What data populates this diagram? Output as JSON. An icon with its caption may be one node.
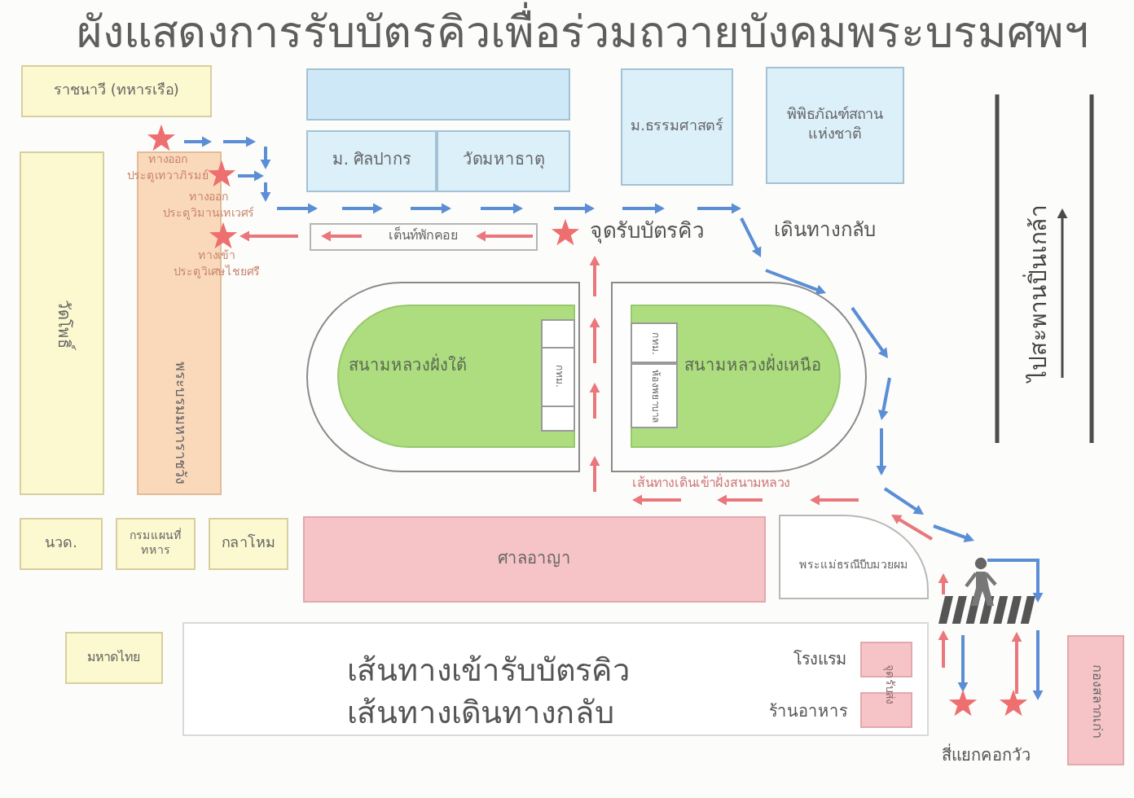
{
  "diagram": {
    "title": "ผังแสดงการรับบัตรคิวเพื่อร่วมถวายบังคมพระบรมศพฯ",
    "nodes": [
      {
        "text": [
          "ราชนาวี (ทหารเรือ)"
        ]
      },
      {
        "text": [],
        "shape": "box"
      },
      {
        "text": [
          "ม. ศิลปากร"
        ]
      },
      {
        "text": [
          "วัดมหาธาตุ"
        ]
      },
      {
        "text": [
          "ม.ธรรมศาสตร์"
        ]
      },
      {
        "text": [
          "พิพิธภัณฑ์สถานแห่งชาติ"
        ]
      },
      {
        "text": [
          "วัดโพธิ์"
        ]
      },
      {
        "text": [
          "พระบรมมหาราชวัง"
        ]
      },
      {
        "text": [
          "เต็นท์พักคอย"
        ]
      },
      {
        "text": [],
        "shape": "box"
      },
      {
        "text": [
          "สนามหลวงฝั่งใต้"
        ],
        "in": 9
      },
      {
        "text": [
          "กทม."
        ],
        "in": 10
      },
      {
        "text": [],
        "shape": "box"
      },
      {
        "text": [
          "สนามหลวงฝั่งเหนือ"
        ],
        "in": 12
      },
      {
        "text": [
          "กทม."
        ],
        "in": 13
      },
      {
        "text": [
          "ห้องพยาบาล"
        ],
        "in": 13
      },
      {
        "text": [
          "นวด."
        ]
      },
      {
        "text": [
          "กรมแผนที่ทหาร"
        ]
      },
      {
        "text": [
          "กลาโหม"
        ]
      },
      {
        "text": [
          "ศาลอาญา"
        ]
      },
      {
        "text": [
          "พระแม่ธรณีบีบมวยผม"
        ]
      },
      {
        "text": [
          "มหาดไทย"
        ]
      },
      {
        "text": [],
        "shape": "box"
      },
      {
        "text": [],
        "shape": "box"
      },
      {
        "text": [
          "กองสลากเก่า"
        ]
      }
    ],
    "edges": [
      {
        "from": 8,
        "to": 7,
        "arrow": "to"
      }
    ],
    "labels": [
      "ทางออก ประตูเทวาภิรมย์",
      "ทางออก ประตูวิมานเทเวศร์",
      "ทางเข้า ประตูวิเศษไชยศรี",
      "จุดรับบัตรคิว",
      "เดินทางกลับ",
      "ไปสะพานปิ่นเกล้า",
      "เส้นทางเดินเข้าฝั่งสนามหลวง",
      "โรงแรม",
      "จุดรับส่ง",
      "ร้านอาหาร",
      "สี่แยกคอกวัว"
    ],
    "legend": [
      {
        "text": "เส้นทางเข้ารับบัตรคิว"
      },
      {
        "text": "เส้นทางเดินทางกลับ"
      }
    ]
  }
}
